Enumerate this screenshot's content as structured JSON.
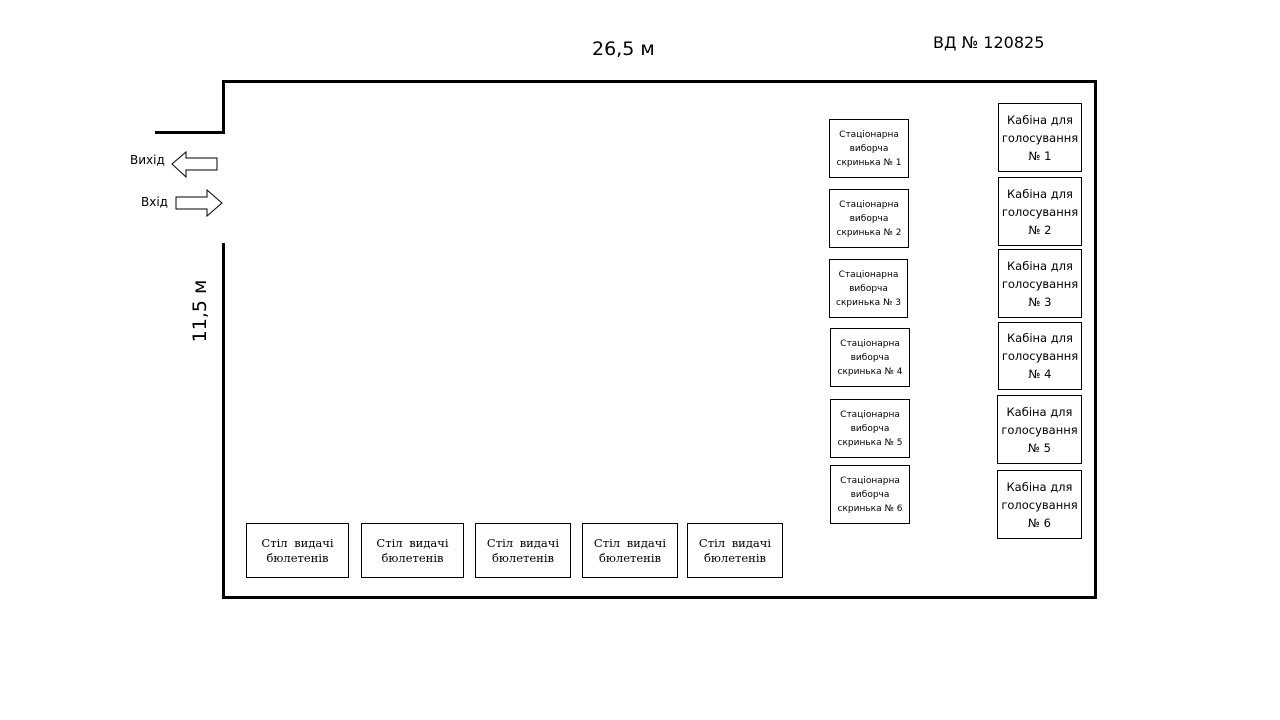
{
  "title_id": "ВД № 120825",
  "dimensions": {
    "width": "26,5 м",
    "height": "11,5 м"
  },
  "doors": {
    "exit": "Вихід",
    "entry": "Вхід"
  },
  "ballot_boxes": [
    "Стаціонарна виборча скринька № 1",
    "Стаціонарна виборча скринька № 2",
    "Стаціонарна виборча скринька № 3",
    "Стаціонарна виборча скринька № 4",
    "Стаціонарна виборча скринька № 5",
    "Стаціонарна виборча скринька № 6"
  ],
  "booths": [
    "Кабіна для голосування № 1",
    "Кабіна для голосування № 2",
    "Кабіна для голосування № 3",
    "Кабіна для голосування № 4",
    "Кабіна для голосування № 5",
    "Кабіна для голосування № 6"
  ],
  "tables": [
    "Стіл видачі бюлетенів",
    "Стіл видачі бюлетенів",
    "Стіл видачі бюлетенів",
    "Стіл видачі бюлетенів",
    "Стіл видачі бюлетенів"
  ]
}
